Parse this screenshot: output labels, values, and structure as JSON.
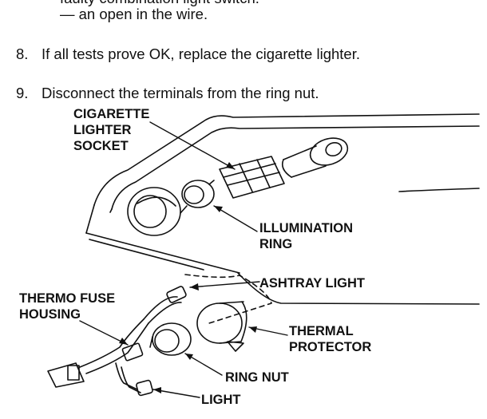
{
  "text": {
    "line_top": "faulty combination light switch.",
    "line_wire": "— an open in the wire.",
    "step8_num": "8.",
    "step8_text": "If all tests prove OK, replace the cigarette lighter.",
    "step9_num": "9.",
    "step9_text": "Disconnect the terminals from the ring nut."
  },
  "figure": {
    "labels": {
      "cigarette_lighter_socket": "CIGARETTE\nLIGHTER\nSOCKET",
      "illumination_ring": "ILLUMINATION\nRING",
      "ashtray_light": "ASHTRAY LIGHT",
      "thermo_fuse_housing": "THERMO FUSE\nHOUSING",
      "thermal_protector": "THERMAL\nPROTECTOR",
      "ring_nut": "RING NUT",
      "light": "LIGHT"
    }
  }
}
